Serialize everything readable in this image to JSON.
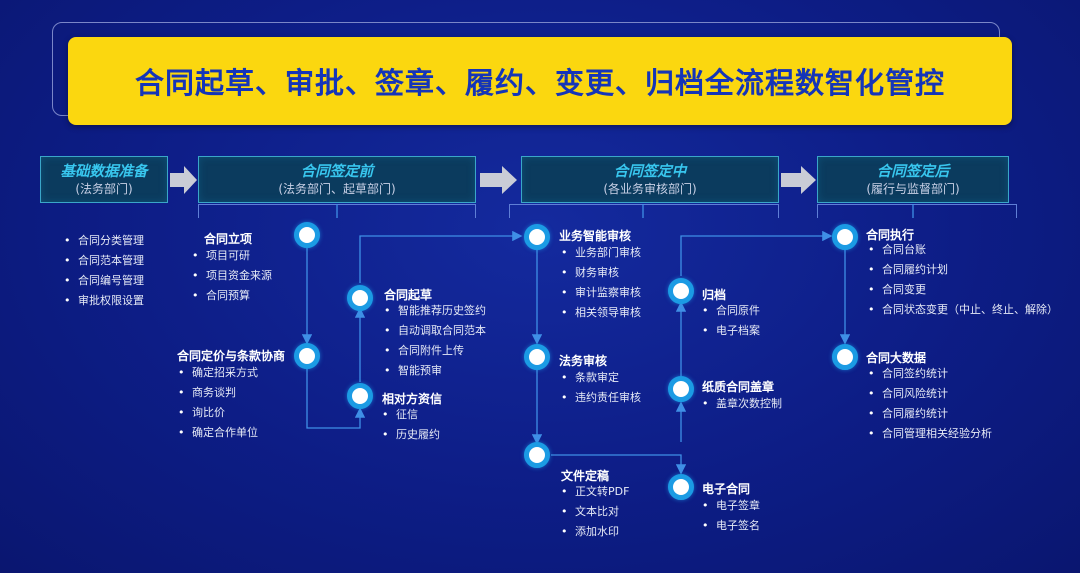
{
  "title": "合同起草、审批、签章、履约、变更、归档全流程数智化管控",
  "phases": [
    {
      "title": "基础数据准备",
      "sub": "(法务部门)"
    },
    {
      "title": "合同签定前",
      "sub": "(法务部门、起草部门)"
    },
    {
      "title": "合同签定中",
      "sub": "(各业务审核部门)"
    },
    {
      "title": "合同签定后",
      "sub": "(履行与监督部门)"
    }
  ],
  "basic_items": [
    "合同分类管理",
    "合同范本管理",
    "合同编号管理",
    "审批权限设置"
  ],
  "sections": {
    "contract_setup": {
      "title": "合同立项",
      "items": [
        "项目可研",
        "项目资金来源",
        "合同预算"
      ]
    },
    "pricing": {
      "title": "合同定价与条款协商",
      "items": [
        "确定招采方式",
        "商务谈判",
        "询比价",
        "确定合作单位"
      ]
    },
    "drafting": {
      "title": "合同起草",
      "items": [
        "智能推荐历史签约",
        "自动调取合同范本",
        "合同附件上传",
        "智能预审"
      ]
    },
    "counterparty": {
      "title": "相对方资信",
      "items": [
        "征信",
        "历史履约"
      ]
    },
    "biz_review": {
      "title": "业务智能审核",
      "items": [
        "业务部门审核",
        "财务审核",
        "审计监察审核",
        "相关领导审核"
      ]
    },
    "legal_review": {
      "title": "法务审核",
      "items": [
        "条款审定",
        "违约责任审核"
      ]
    },
    "finalize": {
      "title": "文件定稿",
      "items": [
        "正文转PDF",
        "文本比对",
        "添加水印"
      ]
    },
    "archive": {
      "title": "归档",
      "items": [
        "合同原件",
        "电子档案"
      ]
    },
    "paper_seal": {
      "title": "纸质合同盖章",
      "items": [
        "盖章次数控制"
      ]
    },
    "e_contract": {
      "title": "电子合同",
      "items": [
        "电子签章",
        "电子签名"
      ]
    },
    "execution": {
      "title": "合同执行",
      "items": [
        "合同台账",
        "合同履约计划",
        "合同变更",
        "合同状态变更（中止、终止、解除）"
      ]
    },
    "big_data": {
      "title": "合同大数据",
      "items": [
        "合同签约统计",
        "合同风险统计",
        "合同履约统计",
        "合同管理相关经验分析"
      ]
    }
  },
  "colors": {
    "background": "#0d1d86",
    "title_bar": "#fbd70f",
    "title_text": "#1535b8",
    "phase_title": "#38c6ee",
    "node_ring": "#1b9be4",
    "connector": "#3f8fe6"
  }
}
